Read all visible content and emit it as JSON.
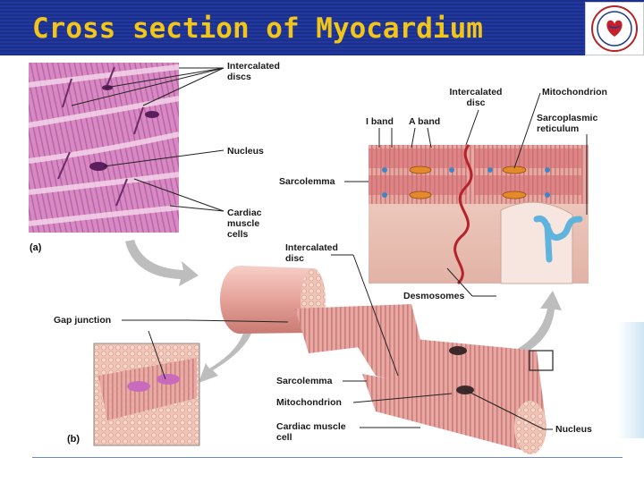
{
  "slide": {
    "title": "Cross section of Myocardium"
  },
  "diagram": {
    "panel_a_tag": "(a)",
    "panel_b_tag": "(b)",
    "labels": {
      "intercalated_discs_a_line1": "Intercalated",
      "intercalated_discs_a_line2": "discs",
      "nucleus_a": "Nucleus",
      "cardiac_cells_a_line1": "Cardiac",
      "cardiac_cells_a_line2": "muscle",
      "cardiac_cells_a_line3": "cells",
      "intercalated_disc_top_line1": "Intercalated",
      "intercalated_disc_top_line2": "disc",
      "mitochondrion_top": "Mitochondrion",
      "i_band": "I band",
      "a_band": "A band",
      "sarcoplasmic_line1": "Sarcoplasmic",
      "sarcoplasmic_line2": "reticulum",
      "sarcolemma_top": "Sarcolemma",
      "intercalated_disc_mid_line1": "Intercalated",
      "intercalated_disc_mid_line2": "disc",
      "desmosomes": "Desmosomes",
      "gap_junction": "Gap junction",
      "sarcolemma_bottom": "Sarcolemma",
      "mitochondrion_bottom": "Mitochondrion",
      "cardiac_cell_b_line1": "Cardiac muscle",
      "cardiac_cell_b_line2": "cell",
      "nucleus_b": "Nucleus"
    }
  },
  "colors": {
    "header_bg": "#1b2f8c",
    "title_text": "#f2c619",
    "muscle_pink": "#e9a9a4",
    "micrograph_purple": "#c873b4",
    "mitochondria_orange": "#e58a2a",
    "reticulum_blue": "#5fb3dc"
  }
}
